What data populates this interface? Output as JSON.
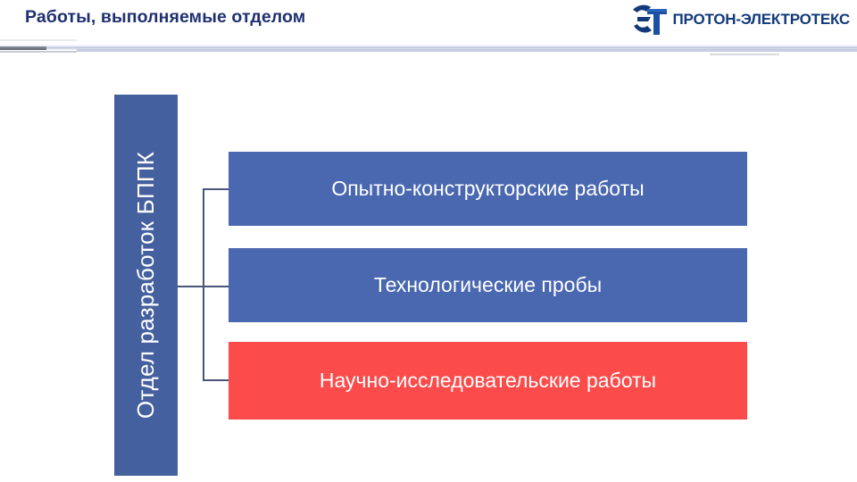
{
  "slide": {
    "title": "Работы, выполняемые отделом"
  },
  "logo": {
    "monogram_icon": "et-monogram-icon",
    "company_name": "ПРОТОН-ЭЛЕКТРОТЕКС",
    "mark_color": "#123A7A",
    "text_color": "#123A7A"
  },
  "diagram": {
    "root": {
      "label": "Отдел разработок БППК",
      "color": "#44609E",
      "text_color": "#FFFFFF",
      "orientation": "vertical"
    },
    "connector_color": "#4A5578",
    "branches": [
      {
        "label": "Опытно-конструкторские работы",
        "color": "#4A68B0",
        "text_color": "#FFFFFF",
        "style": "blue"
      },
      {
        "label": "Технологические пробы",
        "color": "#4A68B0",
        "text_color": "#FFFFFF",
        "style": "blue"
      },
      {
        "label": "Научно-исследовательские работы",
        "color": "#FB4B4B",
        "text_color": "#FFFFFF",
        "style": "red"
      }
    ]
  },
  "decor": {
    "header_rule_blue": "#C5CDE0",
    "header_rule_dark": "#5E6370",
    "title_color": "#1F3070"
  }
}
